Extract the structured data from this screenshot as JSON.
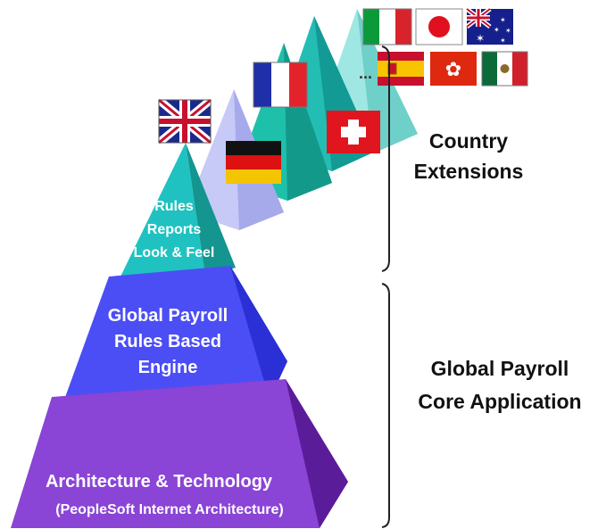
{
  "pyramid": {
    "base": {
      "line1": "Architecture  & Technology",
      "line2": "(PeopleSoft Internet Architecture)",
      "color": "#8a44d6"
    },
    "middle": {
      "line1": "Global Payroll",
      "line2": "Rules Based",
      "line3": "Engine",
      "color": "#4b4ef5"
    },
    "top": {
      "line1": "Rules",
      "line2": "Reports",
      "line3": "Look & Feel",
      "color": "#1fc2c0"
    }
  },
  "brackets": {
    "country": {
      "line1": "Country",
      "line2": "Extensions"
    },
    "core": {
      "line1": "Global Payroll",
      "line2": "Core Application"
    }
  },
  "ellipsis": "...",
  "flags": [
    "uk-flag",
    "germany-flag",
    "france-flag",
    "switzerland-flag",
    "italy-flag",
    "japan-flag",
    "australia-flag",
    "spain-flag",
    "hong-kong-flag",
    "mexico-flag"
  ]
}
